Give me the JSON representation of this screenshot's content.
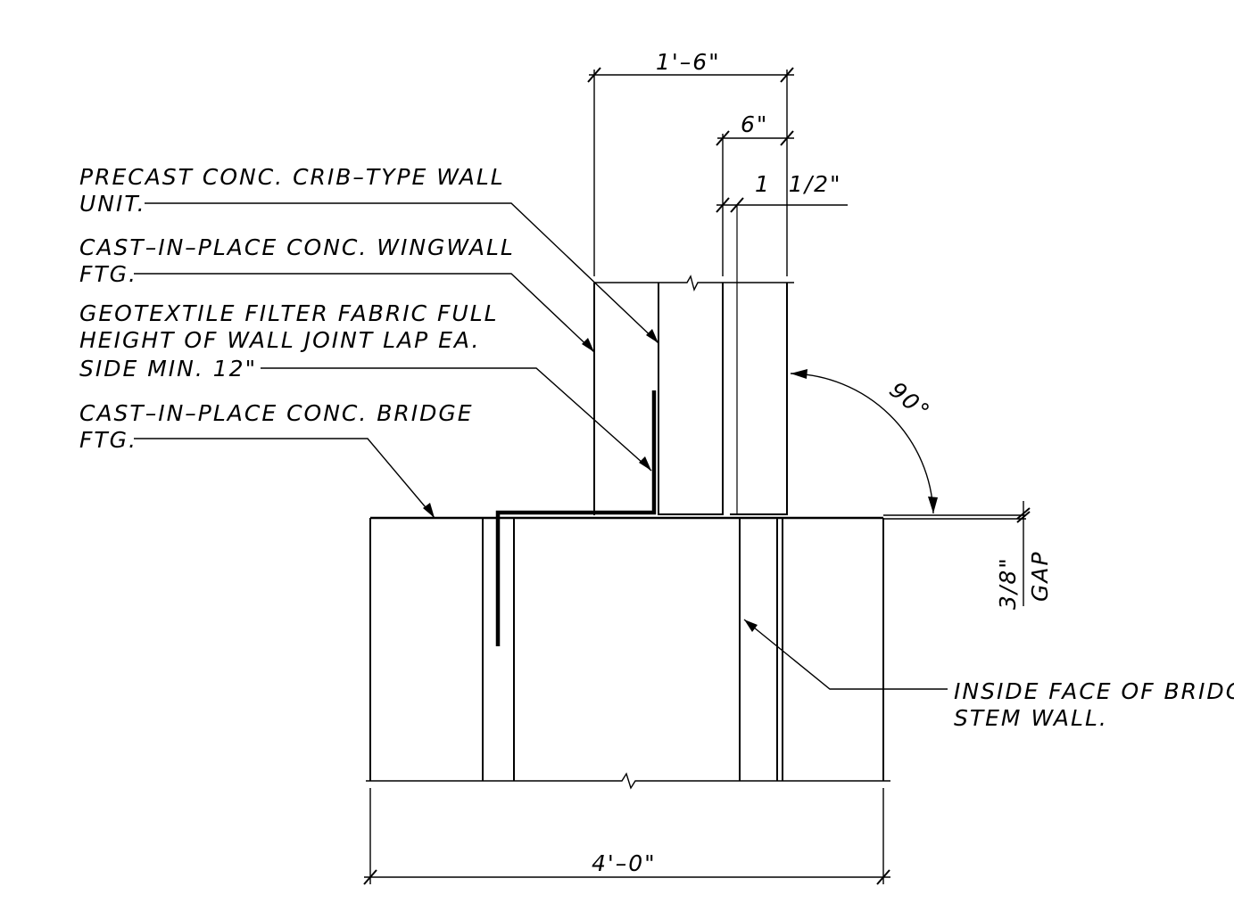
{
  "callouts": {
    "crib_wall": {
      "line1": "PRECAST CONC. CRIB–TYPE WALL",
      "line2": "UNIT."
    },
    "wingwall_ftg": {
      "line1": "CAST–IN–PLACE CONC. WINGWALL",
      "line2": "FTG."
    },
    "geotextile": {
      "line1": "GEOTEXTILE FILTER FABRIC FULL",
      "line2": "HEIGHT OF WALL JOINT LAP EA.",
      "line3": "SIDE MIN. 12\""
    },
    "bridge_ftg": {
      "line1": "CAST–IN–PLACE CONC. BRIDGE",
      "line2": "FTG."
    },
    "inside_face": {
      "line1": "INSIDE FACE OF BRIDGE",
      "line2": "STEM WALL."
    }
  },
  "dimensions": {
    "wall_width": "1'–6\"",
    "six_inch": "6\"",
    "one_half": "1  1/2\"",
    "footing_width": "4'–0\"",
    "angle": "90°",
    "gap_value": "3/8\"",
    "gap_label": "GAP"
  }
}
